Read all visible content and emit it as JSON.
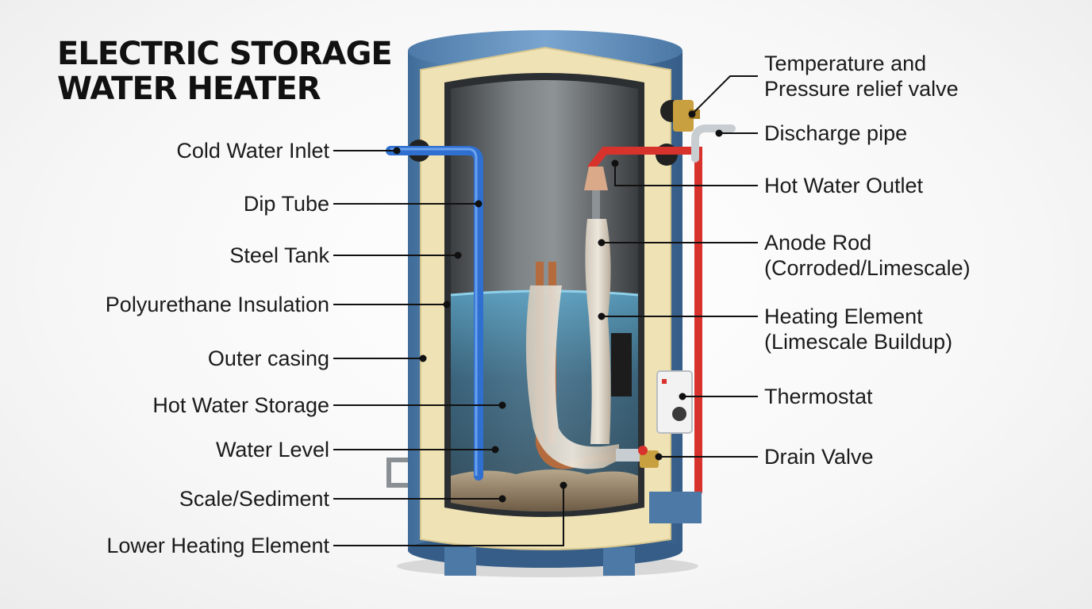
{
  "title": {
    "line1": "ELECTRIC STORAGE",
    "line2": "WATER HEATER"
  },
  "labels_left": {
    "cold_water_inlet": "Cold Water Inlet",
    "dip_tube": "Dip Tube",
    "steel_tank": "Steel Tank",
    "polyurethane_insulation": "Polyurethane Insulation",
    "outer_casing": "Outer casing",
    "hot_water_storage": "Hot Water Storage",
    "water_level": "Water Level",
    "scale_sediment": "Scale/Sediment",
    "lower_heating_element": "Lower Heating Element"
  },
  "labels_right": {
    "tp_relief_valve": {
      "line1": "Temperature and",
      "line2": "Pressure relief valve"
    },
    "discharge_pipe": "Discharge pipe",
    "hot_water_outlet": "Hot Water Outlet",
    "anode_rod": {
      "line1": "Anode Rod",
      "line2": "(Corroded/Limescale)"
    },
    "heating_element": {
      "line1": "Heating Element",
      "line2": "(Limescale Buildup)"
    },
    "thermostat": "Thermostat",
    "drain_valve": "Drain Valve"
  },
  "colors": {
    "outer_casing": "#5b87b5",
    "insulation": "#efe2b5",
    "tank_interior": "#5c6063",
    "water": "#3e7fa6",
    "cold_pipe": "#2f6fd0",
    "hot_pipe": "#d8322c",
    "brass": "#c9a040"
  }
}
